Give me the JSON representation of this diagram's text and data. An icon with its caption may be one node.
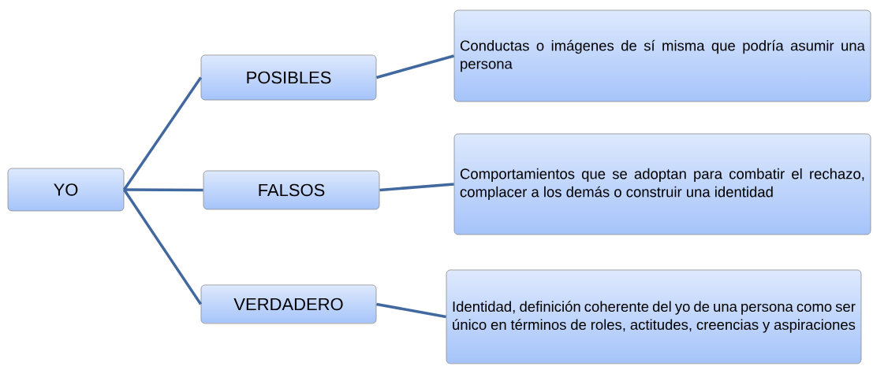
{
  "diagram": {
    "nodes": [
      {
        "text": [
          "YO"
        ]
      },
      {
        "text": [
          "POSIBLES"
        ]
      },
      {
        "text": [
          "FALSOS"
        ]
      },
      {
        "text": [
          "VERDADERO"
        ]
      },
      {
        "text": [
          "Conductas o imágenes de sí misma que podría asumir una persona"
        ]
      },
      {
        "text": [
          "Comportamientos que se adoptan para combatir el rechazo, complacer a los demás o construir una identidad"
        ]
      },
      {
        "text": [
          "Identidad, definición coherente del yo de una persona como ser único en términos de roles, actitudes, creencias y aspiraciones"
        ]
      }
    ],
    "edges": [
      {
        "from": 0,
        "to": 1,
        "arrow": "none"
      },
      {
        "from": 0,
        "to": 2,
        "arrow": "none"
      },
      {
        "from": 0,
        "to": 3,
        "arrow": "none"
      },
      {
        "from": 1,
        "to": 4,
        "arrow": "none"
      },
      {
        "from": 2,
        "to": 5,
        "arrow": "none"
      },
      {
        "from": 3,
        "to": 6,
        "arrow": "none"
      }
    ]
  }
}
